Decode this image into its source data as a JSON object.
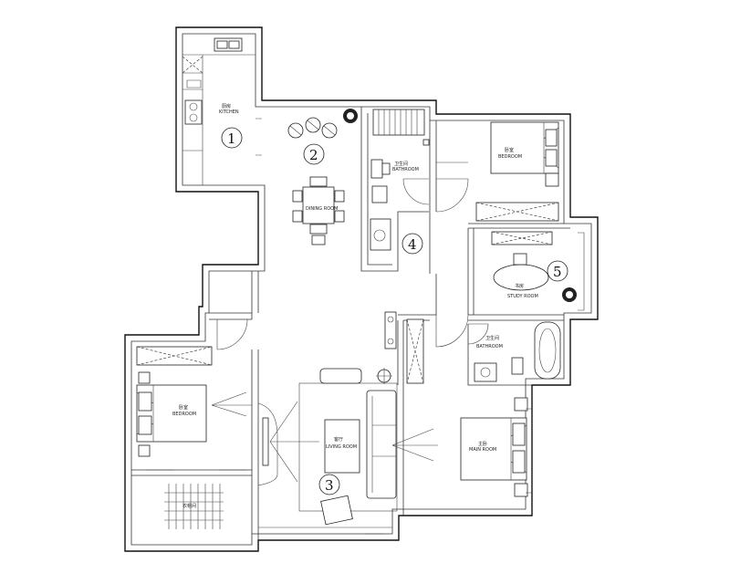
{
  "rooms": {
    "kitchen": {
      "cn": "厨房",
      "en": "KITCHEN",
      "num": "1"
    },
    "dining": {
      "en": "DINING ROOM",
      "num": "2"
    },
    "living": {
      "cn": "客厅",
      "en": "LIVING ROOM",
      "num": "3"
    },
    "bath_main": {
      "cn": "卫生间",
      "en": "BATHROOM",
      "num": "4"
    },
    "study": {
      "cn": "书房",
      "en": "STUDY ROOM",
      "num": "5"
    },
    "bedroom_ne": {
      "cn": "卧室",
      "en": "BEDROOM"
    },
    "bath_master": {
      "cn": "卫生间",
      "en": "BATHROOM"
    },
    "bedroom_w": {
      "cn": "卧室",
      "en": "BEDROOM"
    },
    "bedroom_se": {
      "cn": "主卧",
      "en": "MAIN ROOM"
    },
    "closet": {
      "cn": "衣帽间"
    }
  }
}
